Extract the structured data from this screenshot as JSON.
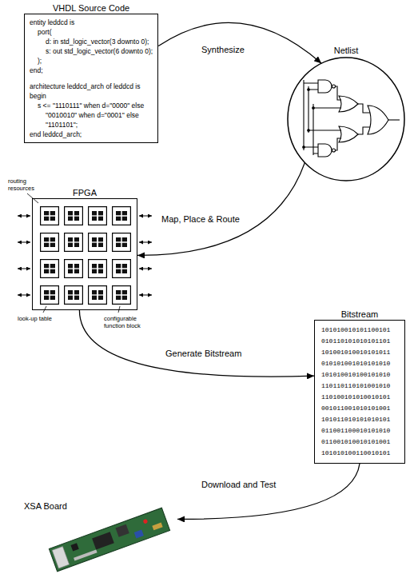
{
  "diagram": {
    "nodes": [
      {
        "text": [
          "VHDL Source Code",
          "entity leddcd is",
          "port(",
          "d: in std_logic_vector(3 downto 0);",
          "s: out std_logic_vector(6 downto 0);",
          ");",
          "end;",
          "architecture leddcd_arch of leddcd is",
          "begin",
          "s <= \"1110111\" when d=\"0000\" else",
          "\"0010010\" when d=\"0001\" else",
          "\"1101101\";",
          "end leddcd_arch;"
        ]
      },
      {
        "text": [
          "Netlist"
        ]
      },
      {
        "text": [
          "FPGA"
        ]
      },
      {
        "text": [
          "Bitstream",
          "101010010101100101",
          "010110101010101101",
          "101001010010101011",
          "010101001010101010",
          "101010010100101010",
          "110110110101001010",
          "110100101010010101",
          "001011001010101001",
          "101011010101010101",
          "011001100010101010",
          "011001010010101001",
          "101010100110010101"
        ]
      },
      {
        "text": [
          "XSA Board"
        ]
      }
    ],
    "edges": [
      {
        "from": 0,
        "to": 1,
        "label": "Synthesize",
        "arrow": "to"
      },
      {
        "from": 1,
        "to": 2,
        "label": "Map, Place & Route",
        "arrow": "to"
      },
      {
        "from": 2,
        "to": 3,
        "label": "Generate Bitstream",
        "arrow": "to"
      },
      {
        "from": 3,
        "to": 4,
        "label": "Download and Test",
        "arrow": "to"
      }
    ],
    "labels": [
      "routing resources",
      "look-up table",
      "configurable function block"
    ]
  }
}
